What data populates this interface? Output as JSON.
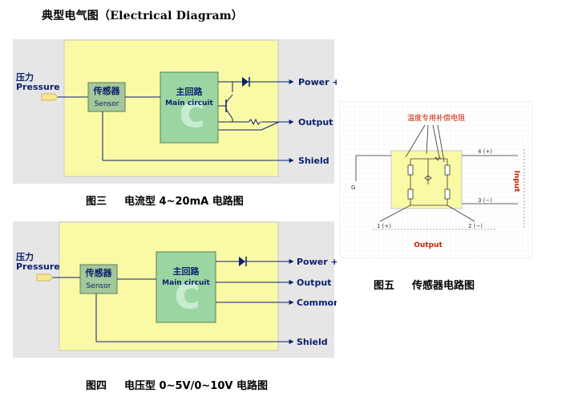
{
  "page": {
    "title": "典型电气图（Electrical Diagram）"
  },
  "diagram3": {
    "input_cn": "压力",
    "input_en": "Pressure",
    "sensor_cn": "传感器",
    "sensor_en": "Sensor",
    "main_cn": "主回路",
    "main_en": "Main circuit",
    "terminals": [
      "Power +",
      "Output",
      "Shield"
    ],
    "caption_num": "图三",
    "caption_text": "电流型 4~20mA 电路图"
  },
  "diagram4": {
    "input_cn": "压力",
    "input_en": "Pressure",
    "sensor_cn": "传感器",
    "sensor_en": "Sensor",
    "main_cn": "主回路",
    "main_en": "Main circuit",
    "terminals": [
      "Power +",
      "Output",
      "Common",
      "Shield"
    ],
    "caption_num": "图四",
    "caption_text": "电压型 0~5V/0~10V 电路图"
  },
  "diagram5": {
    "label_top": "温度专用补偿电阻",
    "pin_4": "4 (+)",
    "pin_3": "3 (−)",
    "pin_1": "1 (+)",
    "pin_2": "2 (−)",
    "ground": "G",
    "input_label": "Input",
    "output_label": "Output",
    "caption_num": "图五",
    "caption_text": "传感器电路图"
  },
  "colors": {
    "panel_fill": "#fafaa6",
    "panel_stroke": "#c8c8c8",
    "sensor_fill": "#a3c89a",
    "main_fill": "#9bd6a2",
    "wire": "#0b1f6e",
    "red_label": "#cc2200",
    "watermark": "#c8ecd0"
  }
}
